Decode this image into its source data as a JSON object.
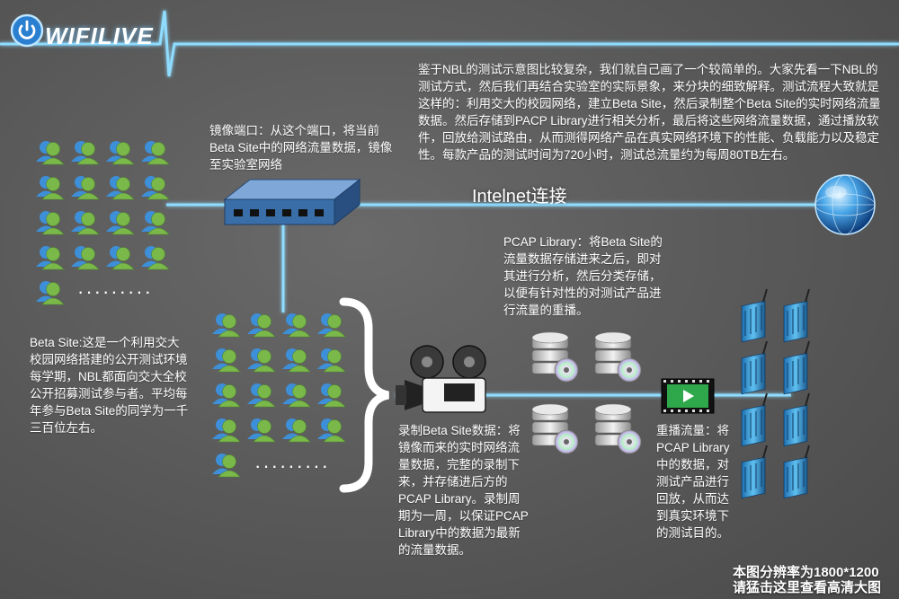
{
  "logo": {
    "text": "WIFILIVE",
    "icon": "power-icon"
  },
  "intro_text": "鉴于NBL的测试示意图比较复杂，我们就自己画了一个较简单的。大家先看一下NBL的测试方式，然后我们再结合实验室的实际景象，来分块的细致解释。测试流程大致就是这样的：利用交大的校园网络，建立Beta Site，然后录制整个Beta Site的实时网络流量数据。然后存储到PACP Library进行相关分析，最后将这些网络流量数据，通过播放软件，回放给测试路由，从而测得网络产品在真实网络环境下的性能、负载能力以及稳定性。每款产品的测试时间为720小时，测试总流量约为每周80TB左右。",
  "mirror_port_text": "镜像端口：从这个端口，将当前Beta Site中的网络流量数据，镜像至实验室网络",
  "internet_label": "Intelnet连接",
  "pcap_library_text": "PCAP Library：将Beta Site的流量数据存储进来之后，即对其进行分析，然后分类存储，以便有针对性的对测试产品进行流量的重播。",
  "beta_site_text": "Beta Site:这是一个利用交大校园网络搭建的公开测试环境每学期，NBL都面向交大全校公开招募测试参与者。平均每年参与Beta Site的同学为一千三百位左右。",
  "record_text": "录制Beta Site数据：将镜像而来的实时网络流量数据，完整的录制下来，并存储进后方的PCAP Library。录制周期为一周，以保证PCAP Library中的数据为最新的流量数据。",
  "replay_text": "重播流量：将PCAP Library中的数据，对测试产品进行回放，从而达到真实环境下的测试目的。",
  "resolution_note": [
    "本图分辨率为1800*1200",
    "请猛击这里查看高清大图"
  ],
  "ellipsis": "·········",
  "colors": {
    "line": "#8fdcff",
    "user_green": "#7ab84a",
    "user_blue": "#3d8fd8",
    "switch": "#3a6ea8"
  }
}
